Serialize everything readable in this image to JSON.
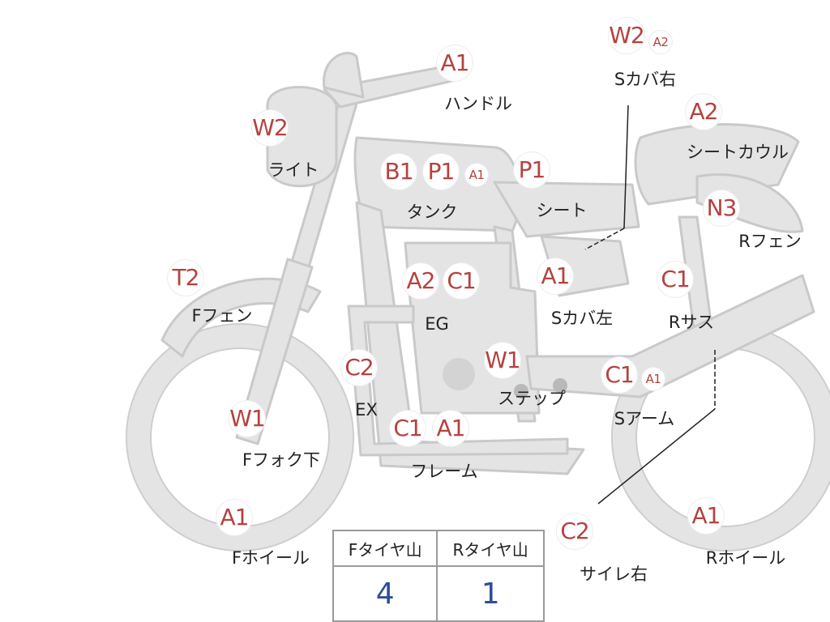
{
  "colors": {
    "badge_text": "#b5423f",
    "body_fill": "#e4e4e4",
    "outline": "#c9c9c9",
    "table_value": "#2d4e95"
  },
  "parts": [
    {
      "name": "handle",
      "label": "ハンドル",
      "codes": [
        "A1"
      ]
    },
    {
      "name": "seat-cover-right",
      "label": "Sカバ右",
      "codes": [
        "W2",
        "A2"
      ]
    },
    {
      "name": "light",
      "label": "ライト",
      "codes": [
        "W2"
      ]
    },
    {
      "name": "seat-cowl",
      "label": "シートカウル",
      "codes": [
        "A2"
      ]
    },
    {
      "name": "tank",
      "label": "タンク",
      "codes": [
        "B1",
        "P1",
        "A1"
      ]
    },
    {
      "name": "seat",
      "label": "シート",
      "codes": [
        "P1"
      ]
    },
    {
      "name": "rear-fender",
      "label": "Rフェン",
      "codes": [
        "N3"
      ]
    },
    {
      "name": "front-fender",
      "label": "Fフェン",
      "codes": [
        "T2"
      ]
    },
    {
      "name": "engine",
      "label": "EG",
      "codes": [
        "A2",
        "C1"
      ]
    },
    {
      "name": "seat-cover-left",
      "label": "Sカバ左",
      "codes": [
        "A1"
      ]
    },
    {
      "name": "rear-suspension",
      "label": "Rサス",
      "codes": [
        "C1"
      ]
    },
    {
      "name": "exhaust",
      "label": "EX",
      "codes": [
        "C2"
      ]
    },
    {
      "name": "step",
      "label": "ステップ",
      "codes": [
        "W1"
      ]
    },
    {
      "name": "swing-arm",
      "label": "Sアーム",
      "codes": [
        "C1",
        "A1"
      ]
    },
    {
      "name": "front-fork-lower",
      "label": "Fフォク下",
      "codes": [
        "W1"
      ]
    },
    {
      "name": "frame",
      "label": "フレーム",
      "codes": [
        "C1",
        "A1"
      ]
    },
    {
      "name": "front-wheel",
      "label": "Fホイール",
      "codes": [
        "A1"
      ]
    },
    {
      "name": "muffler-right",
      "label": "サイレ右",
      "codes": [
        "C2"
      ]
    },
    {
      "name": "rear-wheel",
      "label": "Rホイール",
      "codes": [
        "A1"
      ]
    }
  ],
  "tires": {
    "front_label": "Fタイヤ山",
    "rear_label": "Rタイヤ山",
    "front_value": "4",
    "rear_value": "1"
  }
}
